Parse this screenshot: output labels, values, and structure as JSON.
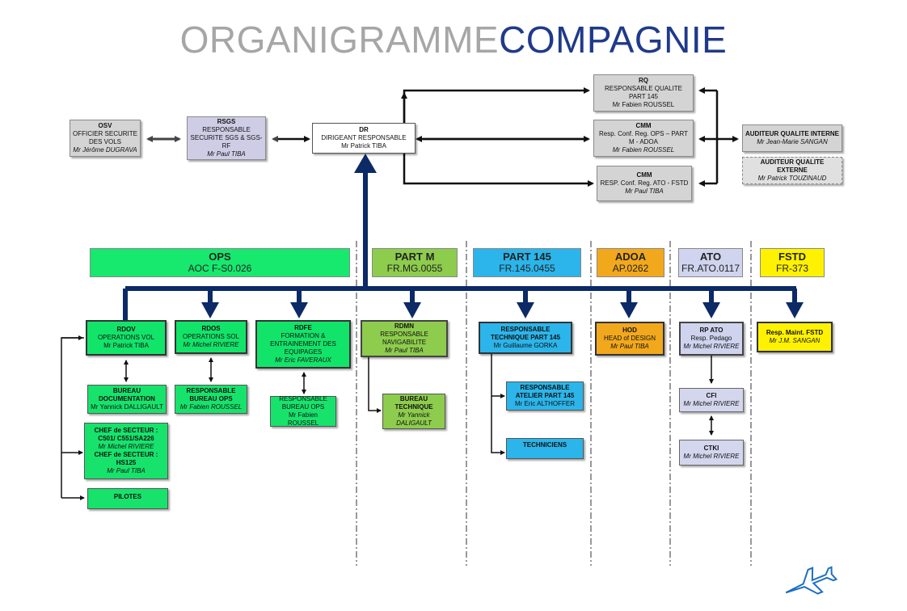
{
  "title": {
    "part1": "ORGANIGRAMME",
    "part2": "COMPAGNIE"
  },
  "top": {
    "osv": {
      "code": "OSV",
      "role": "OFFICIER SECURITE DES VOLS",
      "person": "Mr Jérôme DUGRAVA"
    },
    "rsgs": {
      "code": "RSGS",
      "role": "RESPONSABLE SECURITE SGS & SGS-RF",
      "person": "Mr Paul TIBA"
    },
    "dr": {
      "code": "DR",
      "role": "DIRIGEANT RESPONSABLE",
      "person": "Mr Patrick TIBA"
    },
    "rq": {
      "code": "RQ",
      "role": "RESPONSABLE QUALITE PART 145",
      "person": "Mr Fabien ROUSSEL"
    },
    "cmm1": {
      "code": "CMM",
      "role": "Resp. Conf. Reg. OPS – PART M - ADOA",
      "person": "Mr Fabien ROUSSEL"
    },
    "cmm2": {
      "code": "CMM",
      "role": "RESP. Conf. Reg. ATO - FSTD",
      "person": "Mr Paul TIBA"
    },
    "aud_int": {
      "role": "AUDITEUR QUALITE INTERNE",
      "person": "Mr Jean-Marie SANGAN"
    },
    "aud_ext": {
      "role": "AUDITEUR QUALITE EXTERNE",
      "person": "Mr Patrick TOUZINAUD"
    }
  },
  "departments": {
    "ops": {
      "name": "OPS",
      "ref": "AOC F-S0.026"
    },
    "partm": {
      "name": "PART M",
      "ref": "FR.MG.0055"
    },
    "part145": {
      "name": "PART 145",
      "ref": "FR.145.0455"
    },
    "adoa": {
      "name": "ADOA",
      "ref": "AP.0262"
    },
    "ato": {
      "name": "ATO",
      "ref": "FR.ATO.0117"
    },
    "fstd": {
      "name": "FSTD",
      "ref": "FR-373"
    }
  },
  "ops": {
    "rdov": {
      "code": "RDOV",
      "role": "OPERATIONS VOL",
      "person": "Mr Patrick TIBA"
    },
    "bureau_doc": {
      "role": "BUREAU DOCUMENTATION",
      "person": "Mr Yannick DALLIGAULT"
    },
    "chef": {
      "l1": "CHEF de SECTEUR : C501/ C551/SA226",
      "p1": "Mr Michel RIVIERE",
      "l2": "CHEF de SECTEUR : HS125",
      "p2": "Mr Paul TIBA"
    },
    "pilotes": {
      "role": "PILOTES"
    },
    "rdos": {
      "code": "RDOS",
      "role": "OPERATIONS SOL",
      "person": "Mr Michel RIVIERE"
    },
    "resp_bureau_ops1": {
      "role": "RESPONSABLE BUREAU OPS",
      "person": "Mr Fabien ROUSSEL"
    },
    "rdfe": {
      "code": "RDFE",
      "role": "FORMATION & ENTRAINEMENT DES EQUIPAGES",
      "person": "Mr Eric FAVERAUX"
    },
    "resp_bureau_ops2": {
      "role": "RESPONSABLE BUREAU OPS",
      "person": "Mr Fabien ROUSSEL"
    }
  },
  "partm": {
    "rdmn": {
      "code": "RDMN",
      "role": "RESPONSABLE NAVIGABILITE",
      "person": "Mr Paul TIBA"
    },
    "bureau_tech": {
      "role": "BUREAU TECHNIQUE",
      "person": "Mr Yannick DALIGAULT"
    }
  },
  "part145": {
    "resp_tech": {
      "role": "RESPONSABLE TECHNIQUE PART 145",
      "person": "Mr Guillaume GORKA"
    },
    "resp_atelier": {
      "role": "RESPONSABLE ATELIER PART 145",
      "person": "Mr Eric ALTHOFFER"
    },
    "techniciens": {
      "role": "TECHNICIENS"
    }
  },
  "adoa": {
    "hod": {
      "code": "HOD",
      "role": "HEAD of DESIGN",
      "person": "Mr Paul TIBA"
    }
  },
  "ato": {
    "rp": {
      "code": "RP ATO",
      "role": "Resp. Pedago",
      "person": "Mr Michel RIVIERE"
    },
    "cfi": {
      "code": "CFI",
      "person": "Mr Michel RIVIERE"
    },
    "ctki": {
      "code": "CTKI",
      "person": "Mr Michel RIVIERE"
    }
  },
  "fstd": {
    "resp": {
      "role": "Resp. Maint. FSTD",
      "person": "Mr J.M. SANGAN"
    }
  },
  "colors": {
    "navy": "#0b2a66",
    "title_gray": "#a6a6a6",
    "title_blue": "#1f3a8a"
  },
  "icons": {
    "logo": "airplane-icon"
  }
}
